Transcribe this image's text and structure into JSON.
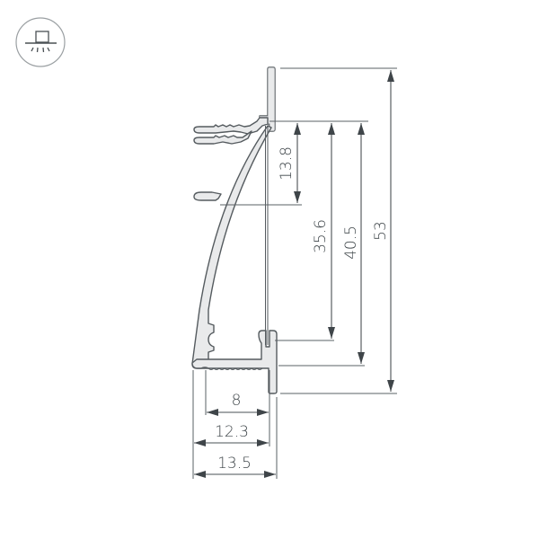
{
  "icon": {
    "name": "ceiling-light-icon",
    "description": "surface mounted luminaire with light rays"
  },
  "colors": {
    "line": "#555b5f",
    "fill": "#e9eaeb",
    "text": "#3d4448",
    "icon_border": "#9a9fa2"
  },
  "dimensions": {
    "unit": "mm",
    "vertical": [
      {
        "id": "dim-13-8",
        "label": "13.8"
      },
      {
        "id": "dim-35-6",
        "label": "35.6"
      },
      {
        "id": "dim-40-5",
        "label": "40.5"
      },
      {
        "id": "dim-53",
        "label": "53"
      }
    ],
    "horizontal": [
      {
        "id": "dim-8",
        "label": "8"
      },
      {
        "id": "dim-12-3",
        "label": "12.3"
      },
      {
        "id": "dim-13-5",
        "label": "13.5"
      }
    ]
  }
}
